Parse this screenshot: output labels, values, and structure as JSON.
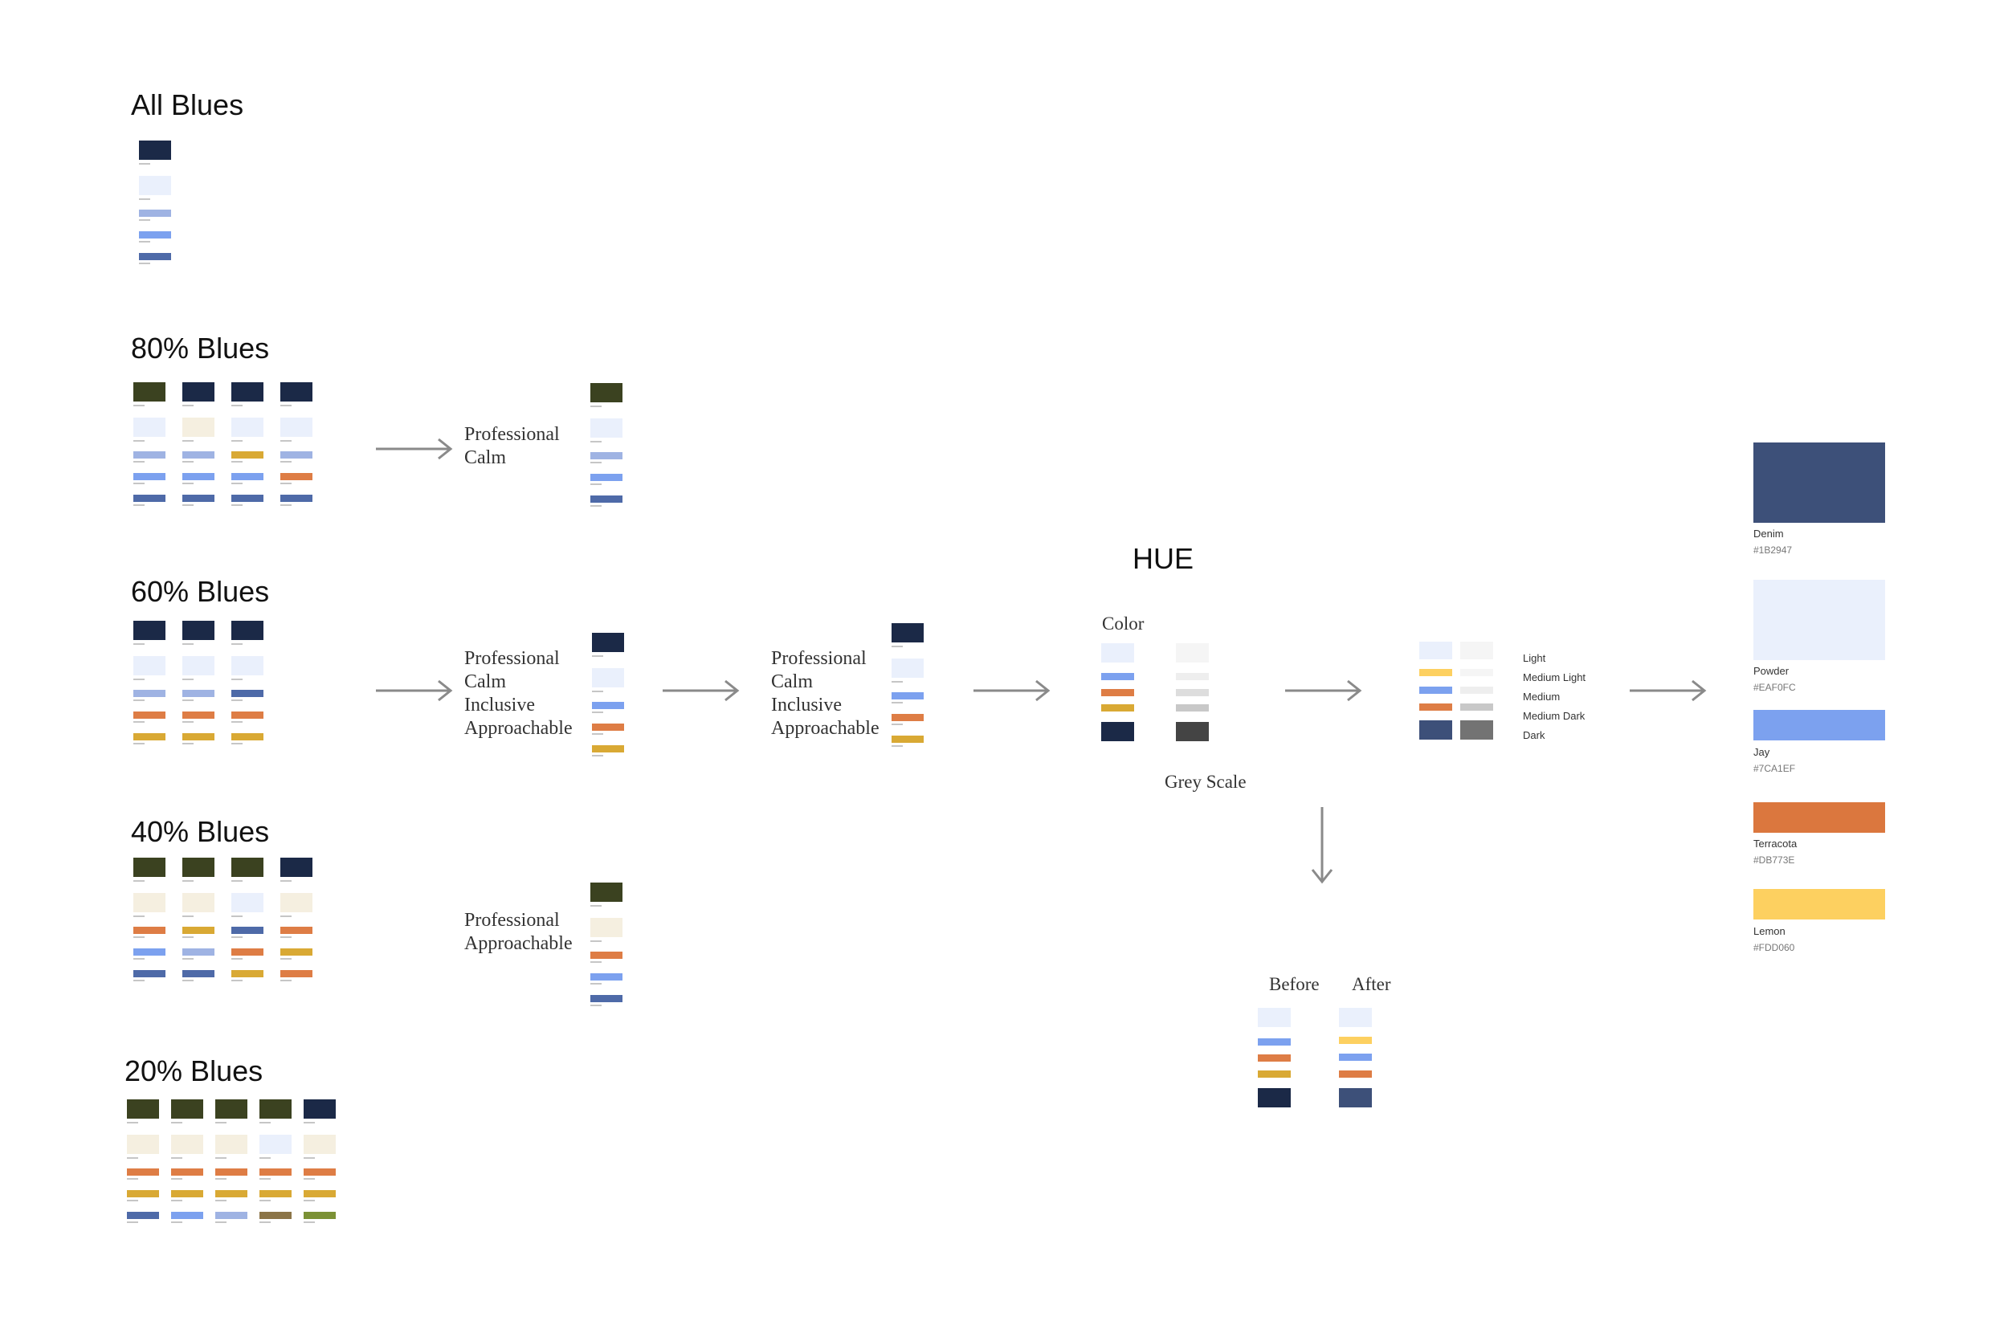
{
  "headings": {
    "all_blues": "All Blues",
    "blues_80": "80% Blues",
    "blues_60": "60% Blues",
    "blues_40": "40% Blues",
    "blues_20": "20% Blues",
    "hue": "HUE"
  },
  "notes": {
    "professional": "Professional",
    "calm": "Calm",
    "inclusive": "Inclusive",
    "approachable": "Approachable"
  },
  "hue_section": {
    "color_label": "Color",
    "grey_scale_label": "Grey Scale",
    "before_label": "Before",
    "after_label": "After",
    "scale_labels": [
      "Light",
      "Medium Light",
      "Medium",
      "Medium Dark",
      "Dark"
    ]
  },
  "final_palette": [
    {
      "name": "Denim",
      "hex": "#1B2947",
      "color": "#3d5079"
    },
    {
      "name": "Powder",
      "hex": "#EAF0FC",
      "color": "#eaf0fc"
    },
    {
      "name": "Jay",
      "hex": "#7CA1EF",
      "color": "#7ca1ef"
    },
    {
      "name": "Terracota",
      "hex": "#DB773E",
      "color": "#db773e"
    },
    {
      "name": "Lemon",
      "hex": "#FDD060",
      "color": "#fdd060"
    }
  ],
  "colors": {
    "navy": "#1b2947",
    "olive": "#3b4220",
    "powder": "#eaf0fc",
    "cream": "#f5efe0",
    "periwinkle": "#9fb3e3",
    "jay": "#7ca1ef",
    "slate_blue": "#4e6aa8",
    "orange": "#de7d45",
    "mustard": "#d9a934",
    "brown": "#8b7447",
    "green": "#7b9135",
    "lemon": "#fdd060",
    "denim": "#3d5079",
    "grey_light": "#f5f5f5",
    "grey_med_light": "#eeeeee",
    "grey_medium": "#dddddd",
    "grey_med_dark": "#c8c8c8",
    "grey_dark": "#444444",
    "grey_dark_after": "#737373",
    "arrow": "#8a8a8a"
  }
}
